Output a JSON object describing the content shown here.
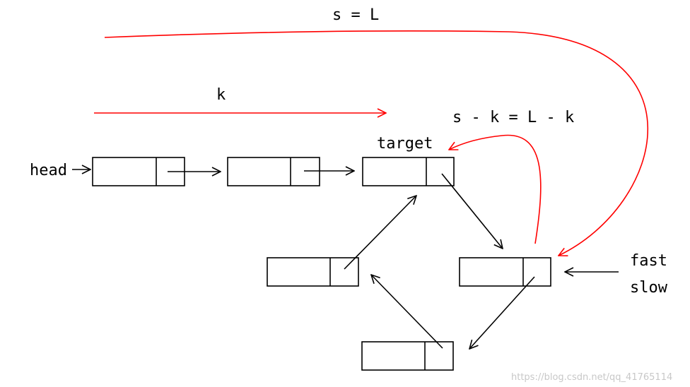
{
  "labels": {
    "s_equals_l": "s = L",
    "k": "k",
    "s_minus_k": "s - k = L - k",
    "target": "target",
    "head": "head",
    "fast": "fast",
    "slow": "slow"
  },
  "watermark": "https://blog.csdn.net/qq_41765114",
  "colors": {
    "ink": "#000000",
    "highlight": "#ff0000",
    "watermark": "#c8c8c8"
  }
}
